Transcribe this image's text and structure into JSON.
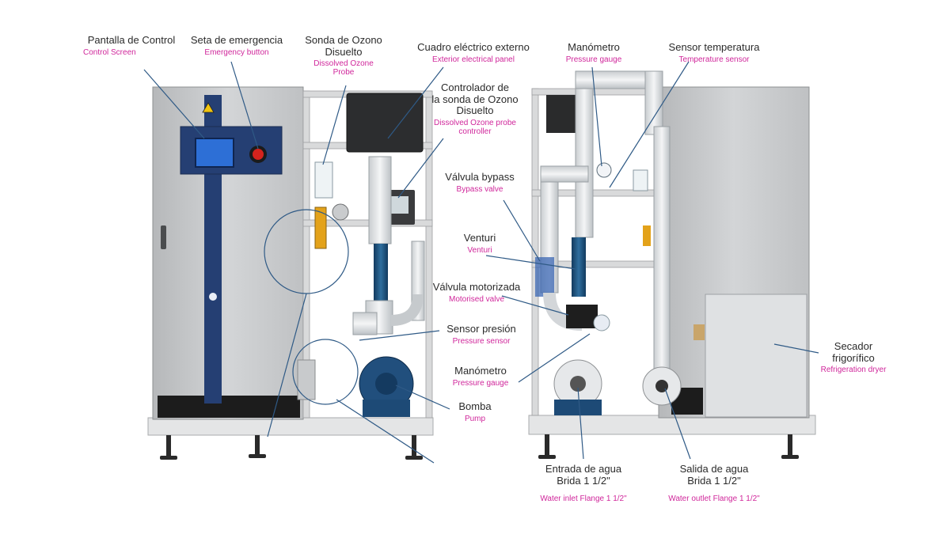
{
  "labels": {
    "control_screen": {
      "es": "Pantalla de Control",
      "en": "Control Screen"
    },
    "emergency_button": {
      "es": "Seta de emergencia",
      "en": "Emergency button"
    },
    "ozone_probe": {
      "es": "Sonda de Ozono\nDisuelto",
      "en": "Dissolved Ozone\nProbe"
    },
    "electrical_panel": {
      "es": "Cuadro eléctrico externo",
      "en": "Exterior electrical panel"
    },
    "probe_controller": {
      "es": "Controlador de\nla sonda de Ozono\nDisuelto",
      "en": "Dissolved Ozone probe\ncontroller"
    },
    "pressure_gauge_top": {
      "es": "Manómetro",
      "en": "Pressure gauge"
    },
    "temperature_sensor": {
      "es": "Sensor temperatura",
      "en": "Temperature sensor"
    },
    "bypass_valve": {
      "es": "Válvula bypass",
      "en": "Bypass valve"
    },
    "venturi": {
      "es": "Venturi",
      "en": "Venturi"
    },
    "motorised_valve": {
      "es": "Válvula motorizada",
      "en": "Motorised valve"
    },
    "pressure_sensor": {
      "es": "Sensor presión",
      "en": "Pressure sensor"
    },
    "pressure_gauge_bottom": {
      "es": "Manómetro",
      "en": "Pressure gauge"
    },
    "pump": {
      "es": "Bomba",
      "en": "Pump"
    },
    "refrigeration_dryer": {
      "es": "Secador\nfrigorífico",
      "en": "Refrigeration dryer"
    },
    "water_inlet": {
      "es": "Entrada de agua\nBrida 1 1/2\"",
      "en": "Water inlet Flange 1 1/2\""
    },
    "water_outlet": {
      "es": "Salida de agua\nBrida 1 1/2\"",
      "en": "Water outlet Flange 1 1/2\""
    }
  },
  "colors": {
    "es_text": "#2b2b2b",
    "en_text": "#d0279b",
    "callout": "#2f5a86",
    "cabinet": "#c7c9cb",
    "blue_stripe": "#253f73",
    "frame": "#d9dadb",
    "pipe": "#e3e6e8",
    "pump_blue": "#214f7d"
  },
  "panel_screen": {
    "warning_symbol": "⚠"
  }
}
